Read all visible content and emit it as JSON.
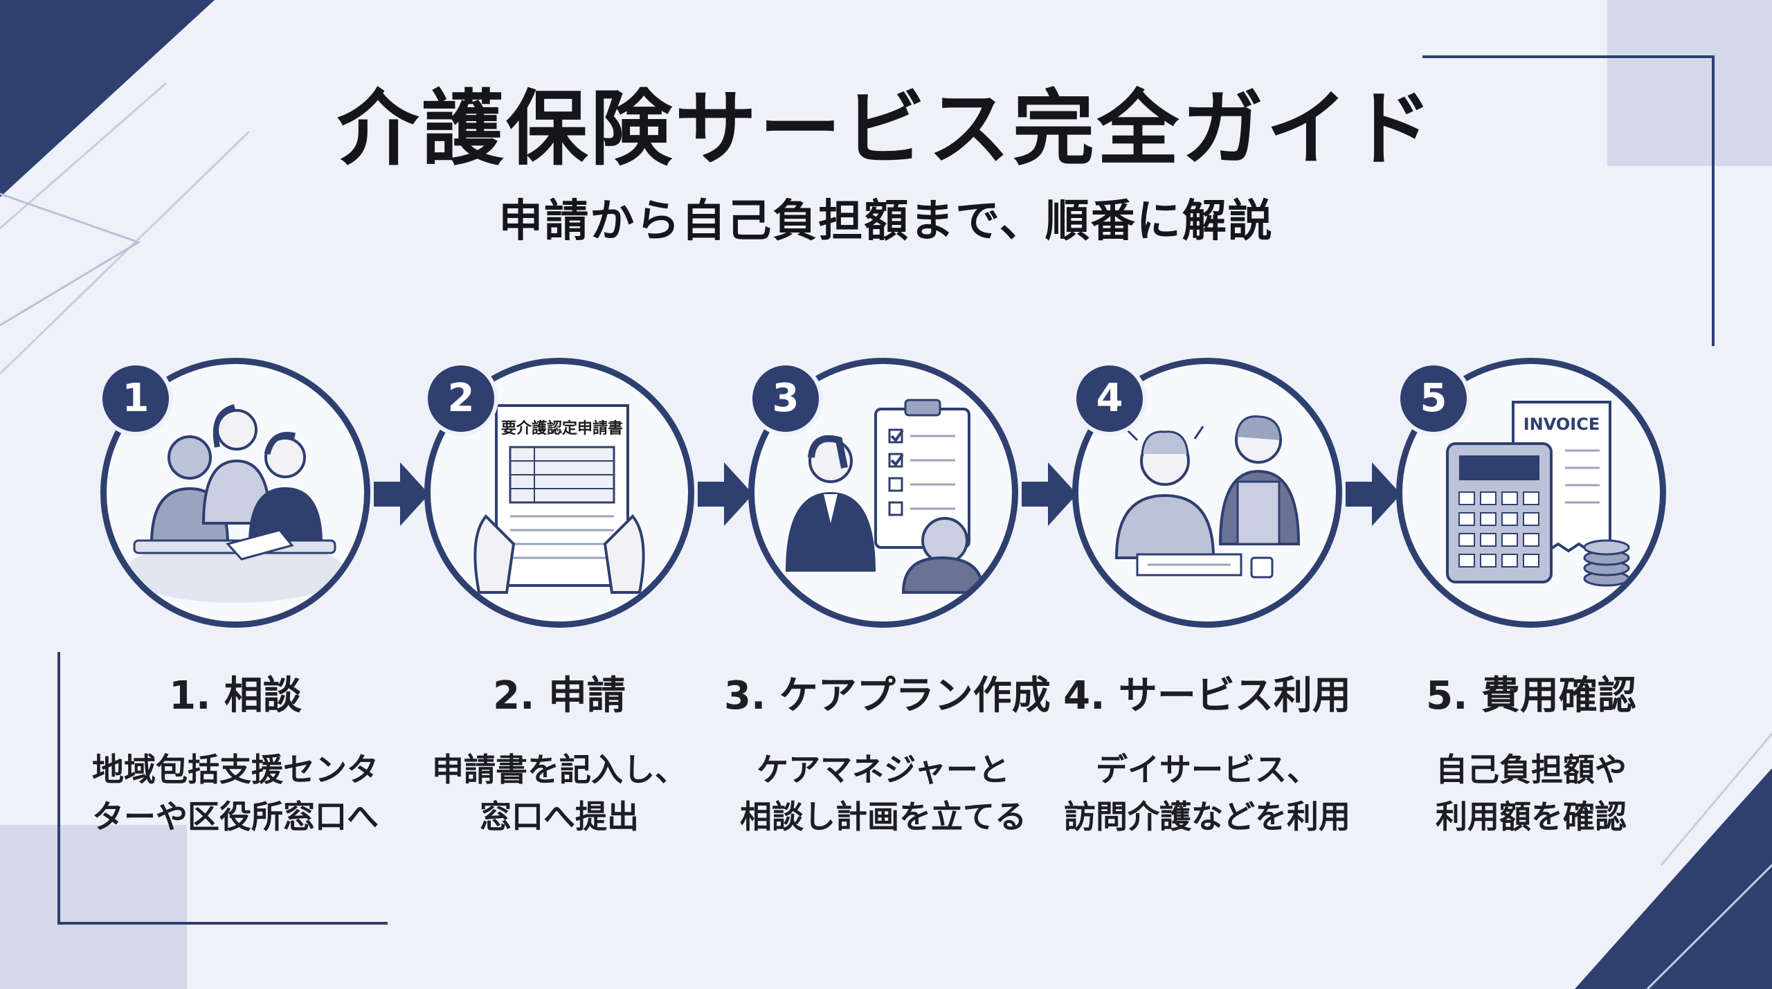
{
  "header": {
    "title": "介護保険サービス完全ガイド",
    "subtitle": "申請から自己負担額まで、順番に解説"
  },
  "colors": {
    "navy": "#2e3f70",
    "background": "#eef1f8",
    "light_accent": "#d4d9e9"
  },
  "steps": [
    {
      "number": "1",
      "title": "1. 相談",
      "desc_lines": [
        "地域包括支援センタ",
        "ターや区役所窓口へ"
      ],
      "icon": "consultation-people-icon"
    },
    {
      "number": "2",
      "title": "2. 申請",
      "desc_lines": [
        "申請書を記入し、",
        "窓口へ提出"
      ],
      "icon": "application-form-icon",
      "form_label": "要介護認定申請書"
    },
    {
      "number": "3",
      "title": "3. ケアプラン作成",
      "desc_lines": [
        "ケアマネジャーと",
        "相談し計画を立てる"
      ],
      "icon": "care-plan-clipboard-icon"
    },
    {
      "number": "4",
      "title": "4. サービス利用",
      "desc_lines": [
        "デイサービス、",
        "訪問介護などを利用"
      ],
      "icon": "caregiver-service-icon"
    },
    {
      "number": "5",
      "title": "5. 費用確認",
      "desc_lines": [
        "自己負担額や",
        "利用額を確認"
      ],
      "icon": "invoice-calculator-icon",
      "invoice_label": "INVOICE"
    }
  ]
}
